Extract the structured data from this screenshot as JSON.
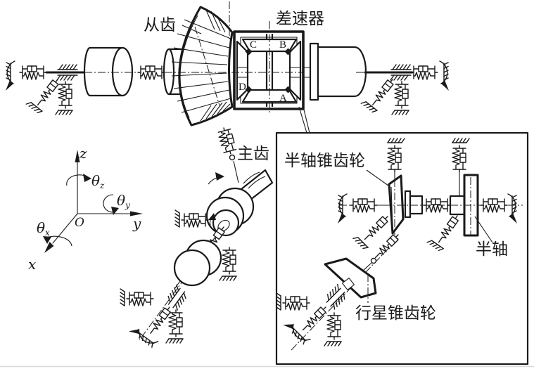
{
  "colors": {
    "ink": "#1a1a1a",
    "background": "#ffffff",
    "inset_border": "#1a1a1a"
  },
  "labels": {
    "ring_gear": "从齿",
    "differential": "差速器",
    "pinion": "主齿",
    "side_bevel_gear": "半轴锥齿轮",
    "half_shaft": "半轴",
    "planet_bevel_gear": "行星锥齿轮"
  },
  "gears": {
    "a": "A",
    "b": "B",
    "c": "C",
    "d": "D"
  },
  "axes": {
    "origin": "O",
    "x": "x",
    "y": "y",
    "z": "z",
    "theta_x": {
      "base": "θ",
      "sub": "x"
    },
    "theta_y": {
      "base": "θ",
      "sub": "y"
    },
    "theta_z": {
      "base": "θ",
      "sub": "z"
    }
  }
}
